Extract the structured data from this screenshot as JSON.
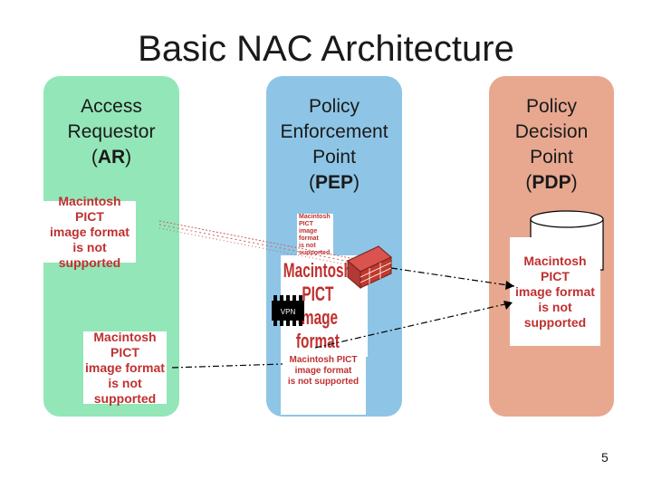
{
  "title": "Basic NAC Architecture",
  "columns": {
    "ar": {
      "line1": "Access",
      "line2": "Requestor",
      "abbr": "AR"
    },
    "pep": {
      "line1": "Policy",
      "line2": "Enforcement",
      "line3": "Point",
      "abbr": "PEP"
    },
    "pdp": {
      "line1": "Policy",
      "line2": "Decision",
      "line3": "Point",
      "abbr": "PDP"
    }
  },
  "placeholder": {
    "line1": "Macintosh PICT",
    "line2": "image format",
    "line3": "is not supported"
  },
  "vpn_label": "VPN",
  "page_number": "5",
  "colors": {
    "ar_column": "#93e6b8",
    "pep_column": "#8ec5e6",
    "pdp_column": "#e8a890",
    "placeholder_text": "#c03030",
    "firewall": "#c0392b"
  }
}
